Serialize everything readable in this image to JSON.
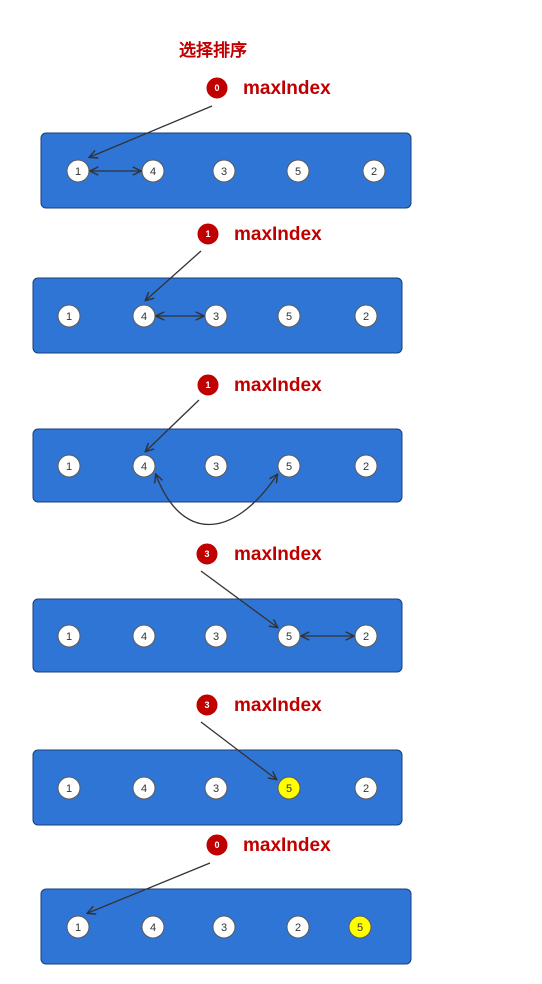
{
  "title": "选择排序",
  "colors": {
    "bar": "#2f75d6",
    "bar_border": "#1a3f78",
    "node": "#ffffff",
    "node_highlight": "#ffff00",
    "pointer": "#c00000",
    "label": "#c00000",
    "arrow": "#333333"
  },
  "pointer_label": "maxIndex",
  "steps": [
    {
      "values": [
        "1",
        "4",
        "3",
        "5",
        "2"
      ],
      "highlight": [],
      "max_index": "0",
      "pointer_target": 0,
      "swap_pair": [
        0,
        1
      ],
      "swap_style": "straight"
    },
    {
      "values": [
        "1",
        "4",
        "3",
        "5",
        "2"
      ],
      "highlight": [],
      "max_index": "1",
      "pointer_target": 1,
      "swap_pair": [
        1,
        2
      ],
      "swap_style": "straight"
    },
    {
      "values": [
        "1",
        "4",
        "3",
        "5",
        "2"
      ],
      "highlight": [],
      "max_index": "1",
      "pointer_target": 1,
      "swap_pair": [
        1,
        3
      ],
      "swap_style": "curved"
    },
    {
      "values": [
        "1",
        "4",
        "3",
        "5",
        "2"
      ],
      "highlight": [],
      "max_index": "3",
      "pointer_target": 3,
      "swap_pair": [
        3,
        4
      ],
      "swap_style": "straight"
    },
    {
      "values": [
        "1",
        "4",
        "3",
        "5",
        "2"
      ],
      "highlight": [
        3
      ],
      "max_index": "3",
      "pointer_target": 3,
      "swap_pair": null,
      "swap_style": null
    },
    {
      "values": [
        "1",
        "4",
        "3",
        "2",
        "5"
      ],
      "highlight": [
        4
      ],
      "max_index": "0",
      "pointer_target": 0,
      "swap_pair": null,
      "swap_style": null
    }
  ]
}
